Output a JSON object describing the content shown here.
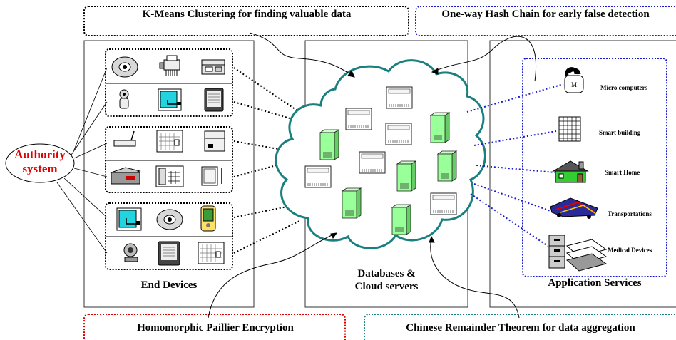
{
  "labels": {
    "kmeans": "K-Means Clustering for finding valuable data",
    "hash_chain": "One-way Hash Chain for early false detection",
    "paillier": "Homomorphic Paillier Encryption",
    "crt": "Chinese Remainder Theorem for data aggregation",
    "authority_line1": "Authority",
    "authority_line2": "system",
    "end_devices": "End Devices",
    "databases_line1": "Databases &",
    "databases_line2": "Cloud servers",
    "application_services": "Application Services"
  },
  "applications": [
    {
      "label": "Micro computers",
      "icon": "micro-computer-icon"
    },
    {
      "label": "Smart building",
      "icon": "smart-building-icon"
    },
    {
      "label": "Smart Home",
      "icon": "smart-home-icon"
    },
    {
      "label": "Transportations",
      "icon": "transportation-icon"
    },
    {
      "label": "Medical Devices",
      "icon": "medical-devices-icon"
    }
  ],
  "micro_computer_badge": "M",
  "colors": {
    "authority_red": "#e00000",
    "hash_blue": "#1a1ad0",
    "crt_teal": "#1a7f7f",
    "cloud_teal": "#1a7f7f",
    "server_green": "#99ff99",
    "device_cyan": "#22d3e0"
  }
}
